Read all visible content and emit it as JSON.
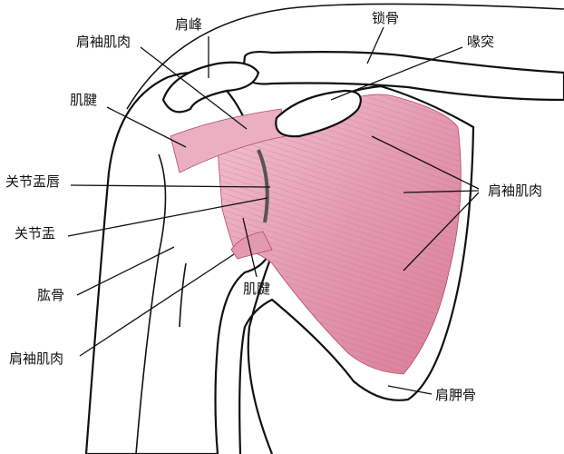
{
  "labels": {
    "acromion": "肩峰",
    "clavicle": "锁骨",
    "rotator_cuff_top": "肩袖肌肉",
    "coracoid": "喙突",
    "tendon_left": "肌腱",
    "glenoid_labrum": "关节盂唇",
    "glenoid": "关节盂",
    "humerus": "肱骨",
    "rotator_cuff_bottom": "肩袖肌肉",
    "tendon_middle": "肌腱",
    "rotator_cuff_right": "肩袖肌肉",
    "scapula": "肩胛骨"
  },
  "colors": {
    "muscle": "#e7a3b6",
    "muscle_dark": "#c9607f",
    "outline": "#111111"
  }
}
